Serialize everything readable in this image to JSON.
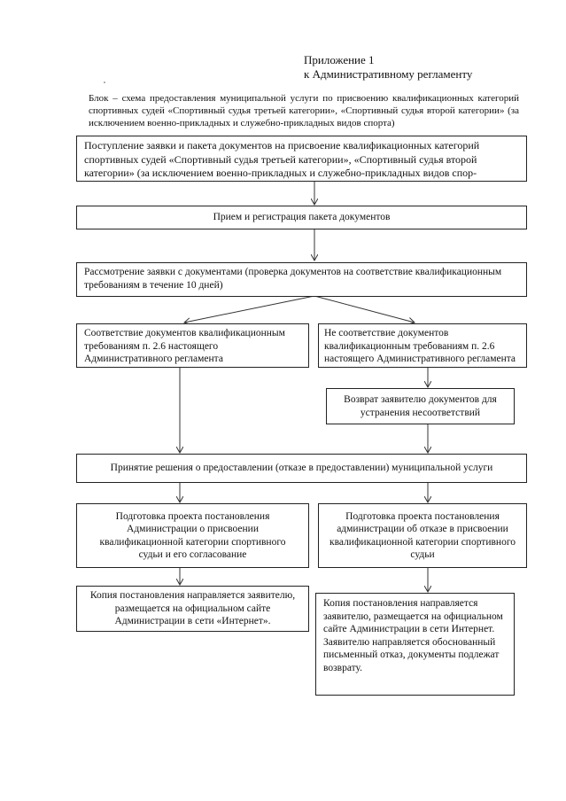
{
  "appendix": {
    "line1": "Приложение 1",
    "line2": "к Административному регламенту"
  },
  "heading": "Блок – схема предоставления муниципальной услуги по присвоению квалификационных категорий спортивных судей «Спортивный судья третьей категории», «Спортивный судья второй категории» (за исключением военно-прикладных и служебно-прикладных видов спорта)",
  "boxes": {
    "receipt": "Поступление заявки и пакета документов на присвоение квалификационных категорий спортивных судей «Спортивный судья третьей категории», «Спортивный судья второй категории» (за исключением военно-прикладных и служебно-прикладных видов спор-",
    "registration": "Прием и регистрация пакета документов",
    "review": "Рассмотрение заявки с документами (проверка документов на соответствие квалификационным требованиям в течение 10 дней)",
    "compliant": "Соответствие документов квалификационным требованиям п. 2.6 настоящего Административного регламента",
    "noncompliant": "Не соответствие документов квалификационным требованиям п. 2.6 настоящего Административного регламента",
    "return": "Возврат заявителю документов для устранения несоответствий",
    "decision": "Принятие решения о предоставлении (отказе в предоставлении) муниципальной услуги",
    "prepare_grant": "Подготовка проекта постановления Администрации о присвоении квалификационной категории спортивного судьи и его согласование",
    "prepare_refusal": "Подготовка проекта постановления администрации об отказе в присвоении квалификационной категории спортивного судьи",
    "copy_grant": "Копия постановления направляется заявителю, размещается на официальном сайте Администрации в сети «Интернет».",
    "copy_refusal": "Копия постановления направляется заявителю, размещается на официальном сайте Администрации в сети Интернет. Заявителю направляется обоснованный письменный отказ, документы подлежат возврату."
  }
}
